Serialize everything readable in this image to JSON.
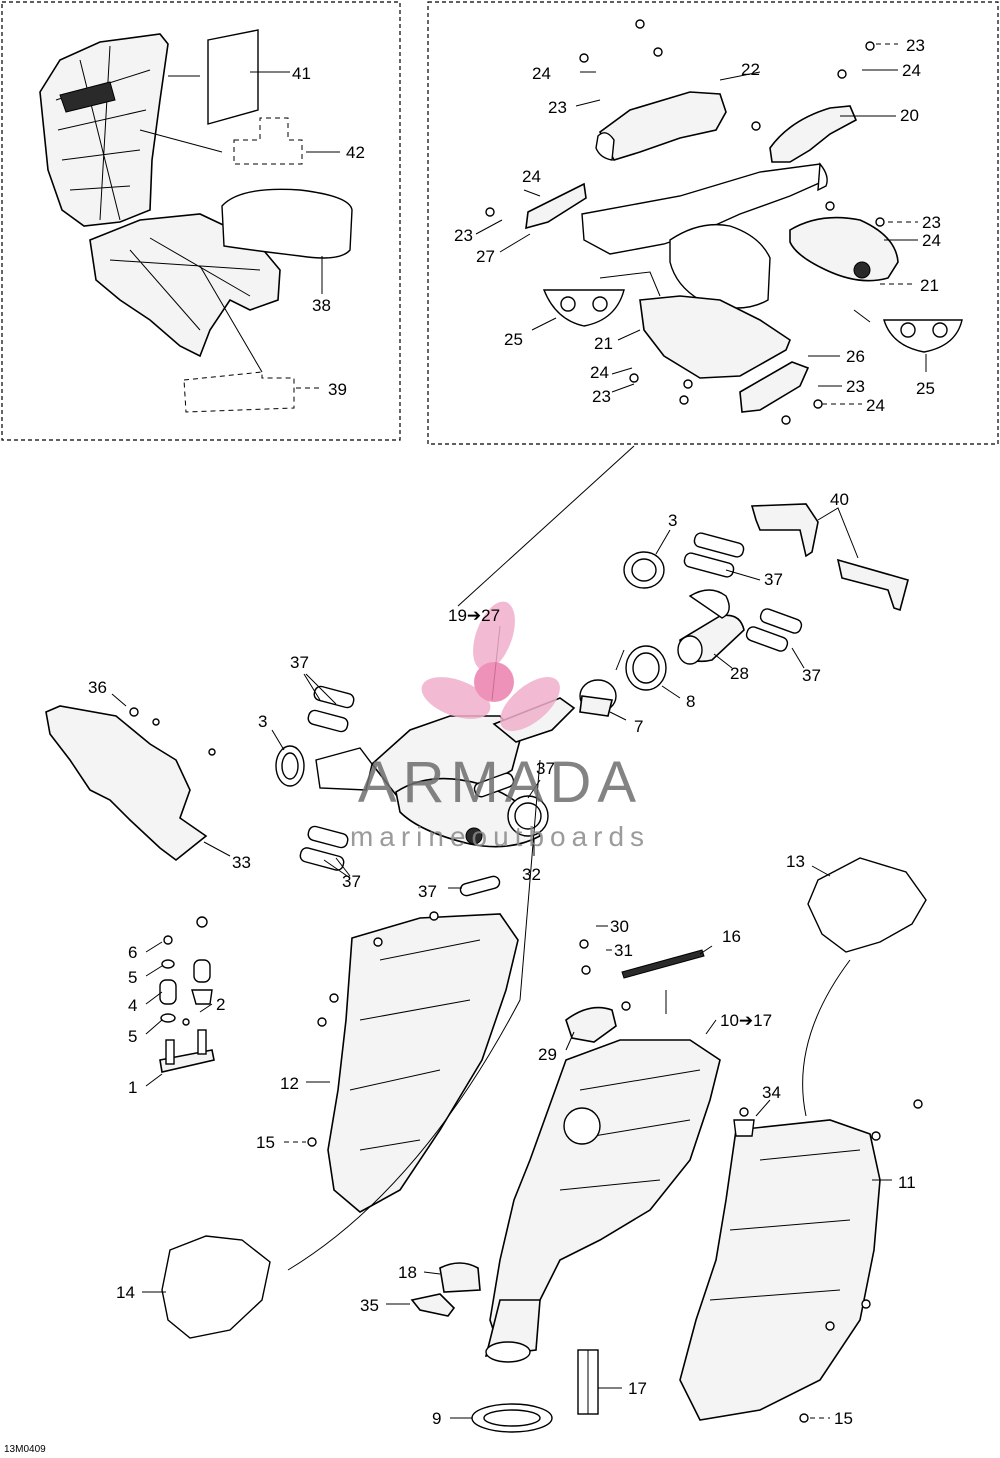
{
  "watermark": {
    "brand": "ARMADA",
    "tagline": "marineoutboards",
    "logo_color": "#f0b0cc",
    "logo_core": "#ec7fae"
  },
  "drawing_code": "13M0409",
  "labels": {
    "l41": "41",
    "l42": "42",
    "l38": "38",
    "l39": "39",
    "l22": "22",
    "l23a": "23",
    "l24a": "24",
    "l23b": "23",
    "l24b": "24",
    "l20": "20",
    "l24c": "24",
    "l23c": "23",
    "l27": "27",
    "l23d": "23",
    "l24d": "24",
    "l21a": "21",
    "l25a": "25",
    "l21b": "21",
    "l26": "26",
    "l24e": "24",
    "l23e": "23",
    "l23f": "23",
    "l24f": "24",
    "l25b": "25",
    "l40": "40",
    "l3a": "3",
    "l37a": "37",
    "l19": "19➔27",
    "l28": "28",
    "l37b": "37",
    "l8": "8",
    "l37c": "37",
    "l36": "36",
    "l7": "7",
    "l3b": "3",
    "l37d": "37",
    "l33": "33",
    "l37e": "37",
    "l32": "32",
    "l37f": "37",
    "l13": "13",
    "l30": "30",
    "l16": "16",
    "l31": "31",
    "l6": "6",
    "l5a": "5",
    "l2": "2",
    "l4": "4",
    "l5b": "5",
    "l29": "29",
    "l10": "10➔17",
    "l1": "1",
    "l12": "12",
    "l34": "34",
    "l15a": "15",
    "l11": "11",
    "l18": "18",
    "l14": "14",
    "l35": "35",
    "l17": "17",
    "l9": "9",
    "l15b": "15"
  }
}
